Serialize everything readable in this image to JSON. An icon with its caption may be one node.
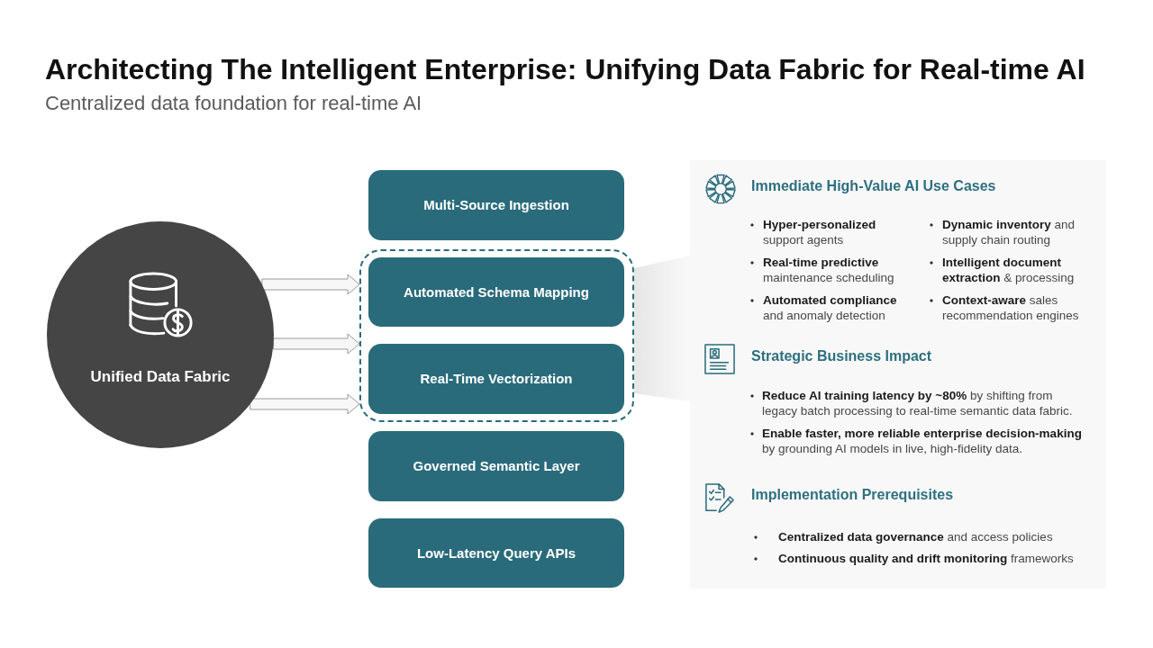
{
  "diagram": {
    "title": "Architecting The Intelligent Enterprise: Unifying Data Fabric for Real-time AI",
    "nodes": [
      {
        "text": [
          "Unified Data Fabric"
        ]
      },
      {
        "text": [
          "Multi-Source Ingestion"
        ]
      },
      {
        "text": [],
        "shape": "box"
      },
      {
        "text": [
          "Automated Schema Mapping"
        ],
        "in": 2
      },
      {
        "text": [
          "Real-Time Vectorization"
        ],
        "in": 2
      },
      {
        "text": [
          "Governed Semantic Layer"
        ]
      },
      {
        "text": [
          "Low-Latency Query APIs"
        ]
      },
      {
        "text": [
          "Immediate High-Value AI Use Cases",
          "**Hyper-personalized** support agents",
          "**Dynamic inventory** and supply chain routing",
          "**Real-time predictive** maintenance scheduling",
          "**Intelligent document extraction** & processing",
          "**Automated compliance** and anomaly detection",
          "**Context-aware** sales recommendation engines",
          "Strategic Business Impact",
          "**Reduce AI training latency by ~80%** by shifting from legacy batch processing to real-time semantic data fabric.",
          "**Enable faster, more reliable enterprise decision-making** by grounding AI models in live, high-fidelity data.",
          "Implementation Prerequisites",
          "**Centralized data governance** and access policies",
          "**Continuous quality and drift monitoring** frameworks"
        ]
      }
    ],
    "edges": [
      {
        "from": 0,
        "to": 2,
        "arrow": "to"
      },
      {
        "from": 0,
        "to": 2,
        "arrow": "to"
      },
      {
        "from": 0,
        "to": 2,
        "arrow": "to"
      },
      {
        "from": 2,
        "to": 7,
        "arrow": "none",
        "style": "thick",
        "color": "#e6e6e6"
      }
    ],
    "labels": [
      "Centralized data foundation for real-time AI"
    ]
  }
}
